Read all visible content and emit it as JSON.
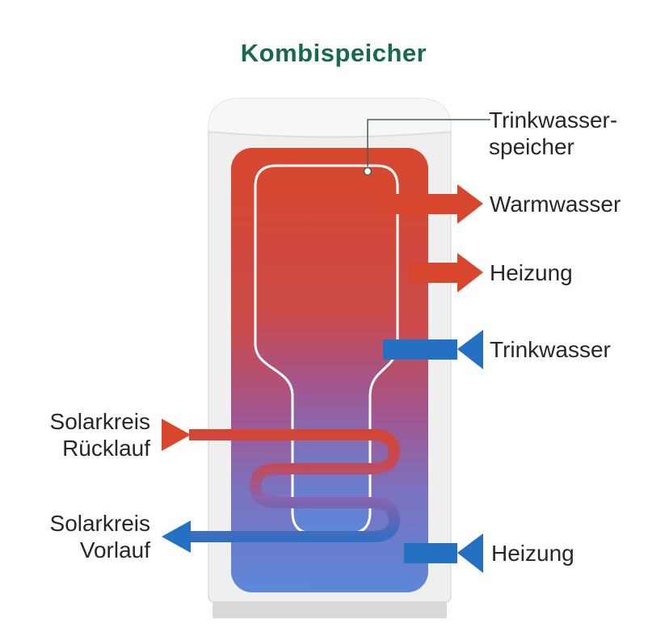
{
  "title": "Kombispeicher",
  "callout": {
    "line1": "Trinkwasser-",
    "line2": "speicher"
  },
  "labels": {
    "warmwasser": "Warmwasser",
    "heizung_top": "Heizung",
    "trinkwasser": "Trinkwasser",
    "heizung_bottom": "Heizung",
    "solar_ruecklauf_line1": "Solarkreis",
    "solar_ruecklauf_line2": "Rücklauf",
    "solar_vorlauf_line1": "Solarkreis",
    "solar_vorlauf_line2": "Vorlauf"
  },
  "colors": {
    "title_green": "#17694f",
    "hot_red": "#d8462d",
    "cold_blue": "#2471c4",
    "gradient_top": "#d8482e",
    "gradient_bottom": "#5d87da",
    "tank_gray": "#efefef",
    "base_gray": "#d9d9d9",
    "callout_line": "#3f6355",
    "text": "#23282d"
  }
}
